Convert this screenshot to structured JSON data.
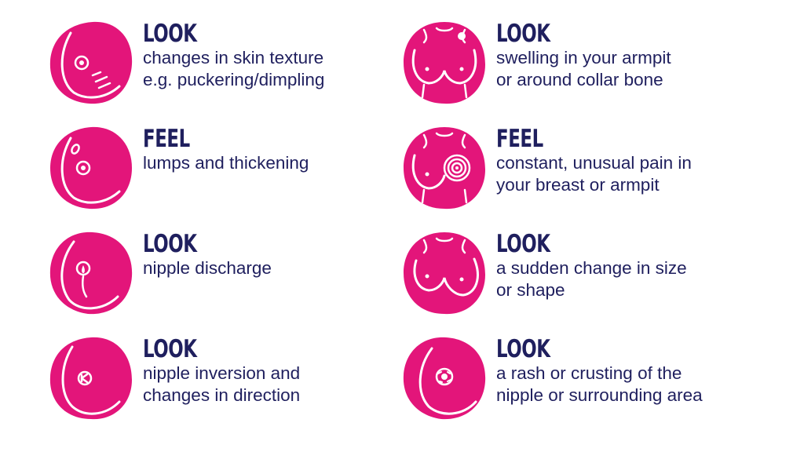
{
  "accent_color": "#e3157a",
  "text_color": "#1f1f5e",
  "items": [
    {
      "heading": "LOOK",
      "desc": "changes in skin texture\ne.g. puckering/dimpling",
      "icon": "breast-skin-dimpling-icon"
    },
    {
      "heading": "LOOK",
      "desc": "swelling in your armpit\nor around collar bone",
      "icon": "torso-armpit-swelling-icon"
    },
    {
      "heading": "FEEL",
      "desc": "lumps and thickening",
      "icon": "breast-lump-icon"
    },
    {
      "heading": "FEEL",
      "desc": "constant, unusual pain in\nyour breast or armpit",
      "icon": "torso-pain-target-icon"
    },
    {
      "heading": "LOOK",
      "desc": "nipple discharge",
      "icon": "nipple-discharge-icon"
    },
    {
      "heading": "LOOK",
      "desc": "a sudden change in size\nor shape",
      "icon": "torso-size-change-icon"
    },
    {
      "heading": "LOOK",
      "desc": "nipple inversion and\nchanges in direction",
      "icon": "nipple-inversion-icon"
    },
    {
      "heading": "LOOK",
      "desc": "a rash or crusting of the\nnipple or surrounding area",
      "icon": "nipple-rash-icon"
    }
  ]
}
